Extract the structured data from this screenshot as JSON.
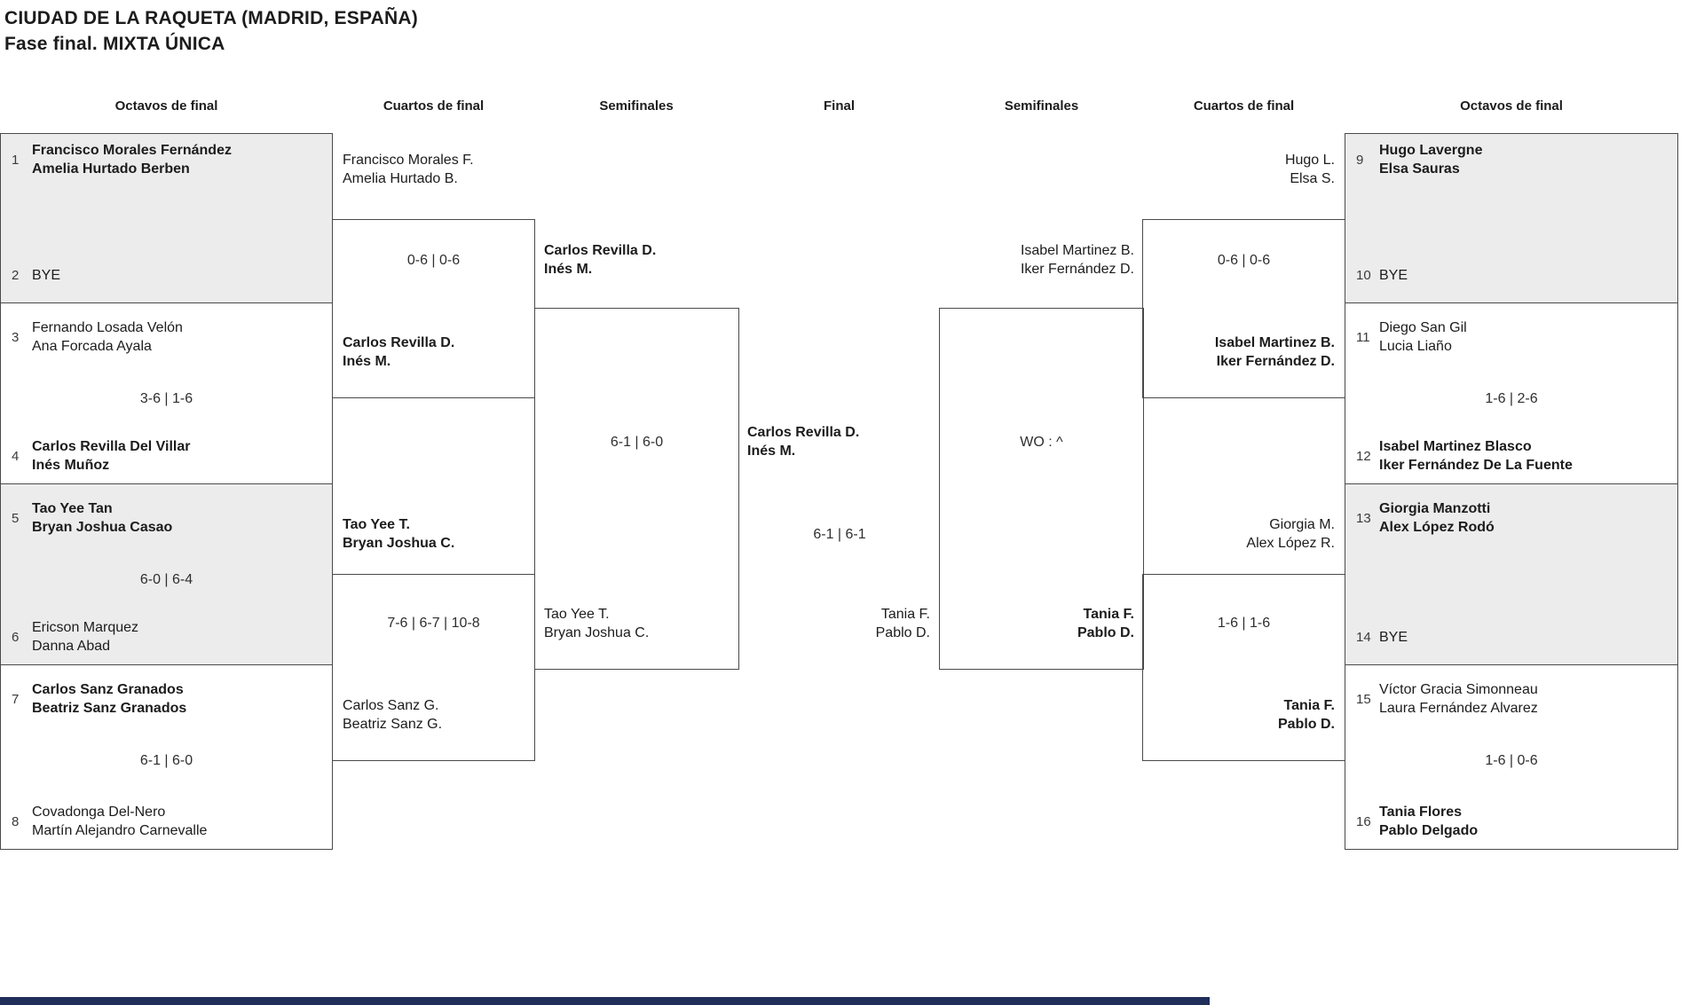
{
  "title": "CIUDAD DE LA RAQUETA (MADRID, ESPAÑA)",
  "subtitle": "Fase final. MIXTA ÚNICA",
  "headers": [
    "Octavos de final",
    "Cuartos de final",
    "Semifinales",
    "Final",
    "Semifinales",
    "Cuartos de final",
    "Octavos de final"
  ],
  "colors": {
    "shaded_row": "#ececec",
    "border": "#4a4a4a",
    "footer_bar": "#202e5a",
    "text": "#1c1c1c"
  },
  "first_round_left": [
    {
      "top": {
        "seed": "1",
        "bold": true,
        "names": [
          "Francisco Morales Fernández",
          "Amelia Hurtado Berben"
        ]
      },
      "bottom": {
        "seed": "2",
        "bold": false,
        "names": [
          "BYE"
        ]
      }
    },
    {
      "top": {
        "seed": "3",
        "bold": false,
        "names": [
          "Fernando Losada Velón",
          "Ana Forcada Ayala"
        ]
      },
      "score": "3-6 | 1-6",
      "bottom": {
        "seed": "4",
        "bold": true,
        "names": [
          "Carlos Revilla Del Villar",
          "Inés Muñoz"
        ]
      }
    },
    {
      "top": {
        "seed": "5",
        "bold": true,
        "names": [
          "Tao Yee Tan",
          "Bryan Joshua Casao"
        ]
      },
      "score": "6-0 | 6-4",
      "bottom": {
        "seed": "6",
        "bold": false,
        "names": [
          "Ericson Marquez",
          "Danna Abad"
        ]
      }
    },
    {
      "top": {
        "seed": "7",
        "bold": true,
        "names": [
          "Carlos Sanz Granados",
          "Beatriz Sanz Granados"
        ]
      },
      "score": "6-1 | 6-0",
      "bottom": {
        "seed": "8",
        "bold": false,
        "names": [
          "Covadonga Del-Nero",
          "Martín Alejandro Carnevalle"
        ]
      }
    }
  ],
  "first_round_right": [
    {
      "top": {
        "seed": "9",
        "bold": true,
        "names": [
          "Hugo Lavergne",
          "Elsa Sauras"
        ]
      },
      "bottom": {
        "seed": "10",
        "bold": false,
        "names": [
          "BYE"
        ]
      }
    },
    {
      "top": {
        "seed": "11",
        "bold": false,
        "names": [
          "Diego San Gil",
          "Lucia Liaño"
        ]
      },
      "score": "1-6 | 2-6",
      "bottom": {
        "seed": "12",
        "bold": true,
        "names": [
          "Isabel Martinez Blasco",
          "Iker Fernández De La Fuente"
        ]
      }
    },
    {
      "top": {
        "seed": "13",
        "bold": true,
        "names": [
          "Giorgia Manzotti",
          "Alex López Rodó"
        ]
      },
      "bottom": {
        "seed": "14",
        "bold": false,
        "names": [
          "BYE"
        ]
      }
    },
    {
      "top": {
        "seed": "15",
        "bold": false,
        "names": [
          "Víctor Gracia Simonneau",
          "Laura Fernández Alvarez"
        ]
      },
      "score": "1-6 | 0-6",
      "bottom": {
        "seed": "16",
        "bold": true,
        "names": [
          "Tania Flores",
          "Pablo Delgado"
        ]
      }
    }
  ],
  "quarterfinals_left": [
    {
      "entrant_top": [
        "Francisco Morales F.",
        "Amelia Hurtado B."
      ],
      "entrant_top_bold": false,
      "score": "0-6 | 0-6",
      "entrant_bottom": [
        "Carlos Revilla D.",
        "Inés M."
      ],
      "entrant_bottom_bold": true
    },
    {
      "entrant_top": [
        "Tao Yee T.",
        "Bryan Joshua C."
      ],
      "entrant_top_bold": true,
      "score": "7-6 | 6-7 | 10-8",
      "entrant_bottom": [
        "Carlos Sanz G.",
        "Beatriz Sanz G."
      ],
      "entrant_bottom_bold": false
    }
  ],
  "quarterfinals_right": [
    {
      "entrant_top": [
        "Hugo L.",
        "Elsa S."
      ],
      "entrant_top_bold": false,
      "score": "0-6 | 0-6",
      "entrant_bottom": [
        "Isabel Martinez B.",
        "Iker Fernández D."
      ],
      "entrant_bottom_bold": true
    },
    {
      "entrant_top": [
        "Giorgia M.",
        "Alex López R."
      ],
      "entrant_top_bold": false,
      "score": "1-6 | 1-6",
      "entrant_bottom": [
        "Tania F.",
        "Pablo D."
      ],
      "entrant_bottom_bold": true
    }
  ],
  "semifinal_left": {
    "entrant_top": [
      "Carlos Revilla D.",
      "Inés M."
    ],
    "entrant_top_bold": true,
    "score": "6-1 | 6-0",
    "entrant_bottom": [
      "Tao Yee T.",
      "Bryan Joshua C."
    ],
    "entrant_bottom_bold": false
  },
  "semifinal_right": {
    "entrant_top": [
      "Isabel Martinez B.",
      "Iker Fernández D."
    ],
    "entrant_top_bold": false,
    "score": "WO : ^",
    "entrant_bottom": [
      "Tania F.",
      "Pablo D."
    ],
    "entrant_bottom_bold": true
  },
  "final": {
    "winner": [
      "Carlos Revilla D.",
      "Inés M."
    ],
    "winner_bold": true,
    "score": "6-1 | 6-1",
    "runner_up": [
      "Tania F.",
      "Pablo D."
    ],
    "runner_up_bold": false
  }
}
